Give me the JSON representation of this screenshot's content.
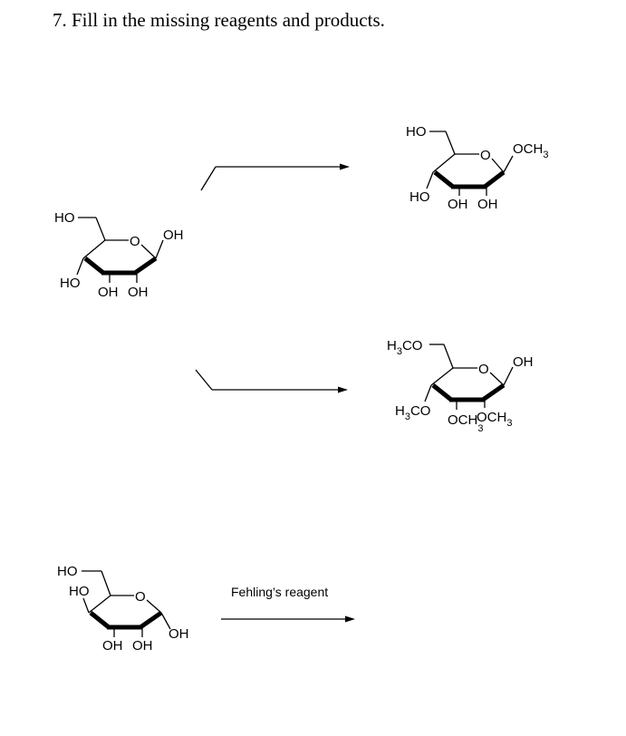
{
  "question": {
    "text": "7. Fill in the missing reagents and products."
  },
  "labels": {
    "ho": "HO",
    "oh": "OH",
    "o": "O",
    "och": "OCH",
    "h": "H",
    "co": "CO",
    "c": "C",
    "o_letter": "O",
    "sub3": "3"
  },
  "reaction3": {
    "reagent": "Fehling’s reagent"
  }
}
